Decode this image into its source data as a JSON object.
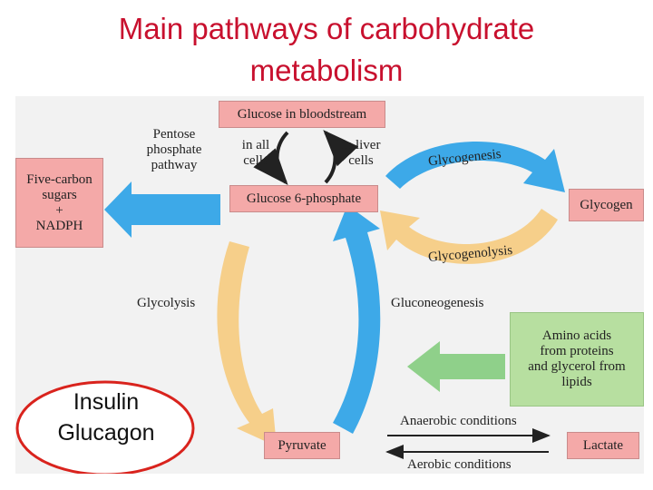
{
  "title": {
    "line1": "Main pathways of carbohydrate",
    "line2": "metabolism"
  },
  "boxes": {
    "glucose_blood": "Glucose in bloodstream",
    "glucose6p": "Glucose 6-phosphate",
    "five_carbon": [
      "Five-carbon",
      "sugars",
      "+",
      "NADPH"
    ],
    "glycogen": "Glycogen",
    "amino_acids": [
      "Amino acids",
      "from proteins",
      "and glycerol from",
      "lipids"
    ],
    "pyruvate": "Pyruvate",
    "lactate": "Lactate"
  },
  "labels": {
    "pentose": [
      "Pentose",
      "phosphate",
      "pathway"
    ],
    "in_all_cells": [
      "in all",
      "cells"
    ],
    "in_liver_cells": [
      "in liver",
      "cells"
    ],
    "glycogenesis": "Glycogenesis",
    "glycogenolysis": "Glycogenolysis",
    "glycolysis": "Glycolysis",
    "gluconeogenesis": "Gluconeogenesis",
    "anaerobic": "Anaerobic conditions",
    "aerobic": "Aerobic conditions"
  },
  "hormones": [
    "Insulin",
    "Glucagon"
  ],
  "colors": {
    "title": "#c8102e",
    "blue_arrow": "#3da9e8",
    "tan_arrow": "#f6cf8a",
    "green_arrow": "#8fd08a",
    "pink_box": "#f4a9a8",
    "green_box": "#b7dfa0",
    "ellipse": "#d9231d"
  }
}
